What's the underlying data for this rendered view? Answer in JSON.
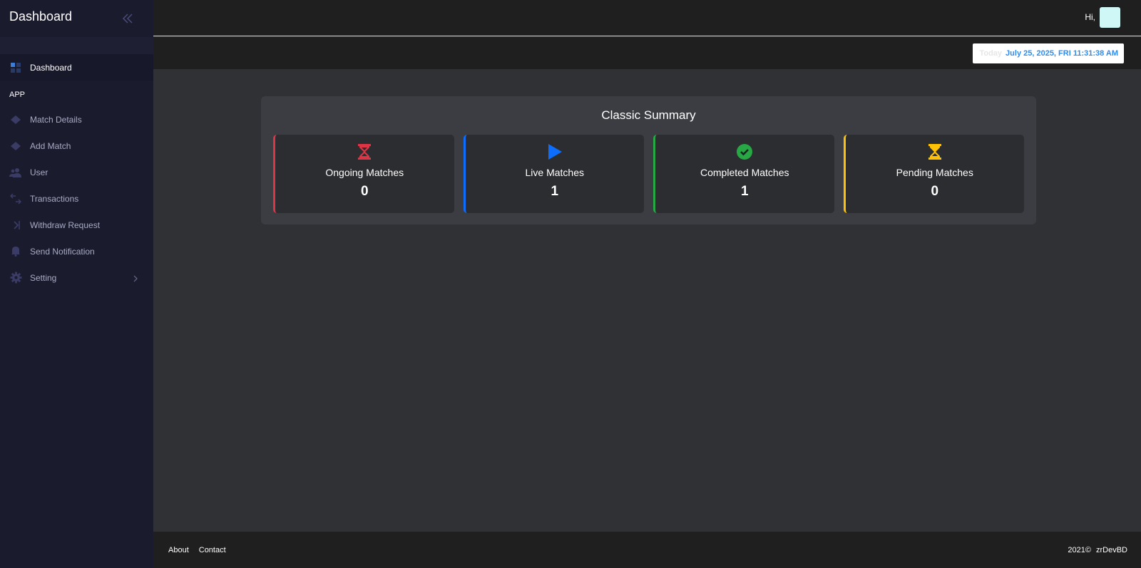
{
  "sidebar": {
    "brand": "Dashboard",
    "dashboard_item": "Dashboard",
    "section_label": "APP",
    "items": [
      {
        "label": "Match Details",
        "icon": "layer-icon"
      },
      {
        "label": "Add Match",
        "icon": "layer-icon"
      },
      {
        "label": "User",
        "icon": "users-icon"
      },
      {
        "label": "Transactions",
        "icon": "transfer-icon"
      },
      {
        "label": "Withdraw Request",
        "icon": "withdraw-icon"
      },
      {
        "label": "Send Notification",
        "icon": "bell-icon"
      },
      {
        "label": "Setting",
        "icon": "gear-icon"
      }
    ]
  },
  "topbar": {
    "greeting": "Hi,"
  },
  "datebar": {
    "today_label": "Today",
    "datetime": "July 25, 2025, FRI 11:31:38 AM"
  },
  "summary": {
    "title": "Classic Summary",
    "cards": [
      {
        "title": "Ongoing Matches",
        "value": "0",
        "color": "#dc3545",
        "icon": "hourglass-icon"
      },
      {
        "title": "Live Matches",
        "value": "1",
        "color": "#0d6efd",
        "icon": "play-icon"
      },
      {
        "title": "Completed Matches",
        "value": "1",
        "color": "#28a745",
        "icon": "check-circle-icon"
      },
      {
        "title": "Pending Matches",
        "value": "0",
        "color": "#ffc107",
        "icon": "hourglass-icon"
      }
    ]
  },
  "footer": {
    "about": "About",
    "contact": "Contact",
    "year": "2021©",
    "company": "zrDevBD"
  },
  "colors": {
    "sidebar_bg": "#1b1b2e",
    "content_bg": "#2f3135",
    "accent_blue": "#2d8cf0"
  }
}
